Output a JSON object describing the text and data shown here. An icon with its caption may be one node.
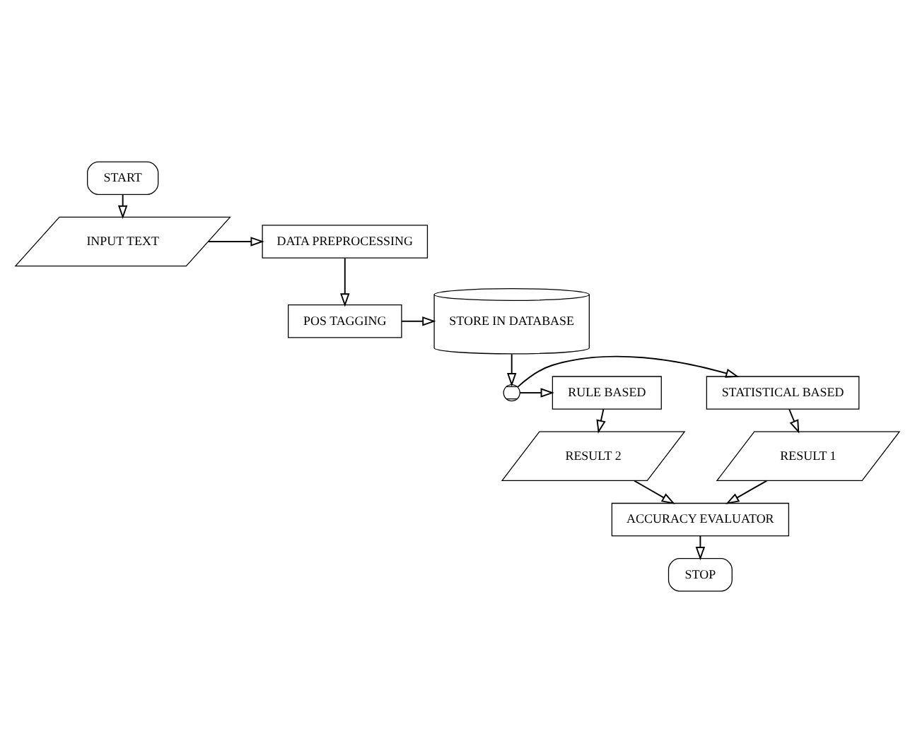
{
  "diagram": {
    "nodes": [
      {
        "text": [
          "START"
        ]
      },
      {
        "text": [
          "INPUT TEXT"
        ]
      },
      {
        "text": [
          "DATA PREPROCESSING"
        ]
      },
      {
        "text": [
          "POS TAGGING"
        ]
      },
      {
        "text": [
          "STORE IN DATABASE"
        ]
      },
      {
        "text": [],
        "shape": "circle"
      },
      {
        "text": [
          "STATISTICAL BASED"
        ]
      },
      {
        "text": [
          "RULE BASED"
        ]
      },
      {
        "text": [
          "RESULT 1"
        ]
      },
      {
        "text": [
          "RESULT 2"
        ]
      },
      {
        "text": [
          "ACCURACY EVALUATOR"
        ]
      },
      {
        "text": [
          "STOP"
        ]
      }
    ],
    "edges": [
      {
        "from": 0,
        "to": 1,
        "arrow": "to"
      },
      {
        "from": 1,
        "to": 2,
        "arrow": "to"
      },
      {
        "from": 2,
        "to": 3,
        "arrow": "to"
      },
      {
        "from": 3,
        "to": 4,
        "arrow": "to"
      },
      {
        "from": 4,
        "to": 5,
        "arrow": "to"
      },
      {
        "from": 5,
        "to": 6,
        "arrow": "to"
      },
      {
        "from": 5,
        "to": 7,
        "arrow": "to"
      },
      {
        "from": 6,
        "to": 8,
        "arrow": "to"
      },
      {
        "from": 7,
        "to": 9,
        "arrow": "to"
      },
      {
        "from": 8,
        "to": 10,
        "arrow": "to"
      },
      {
        "from": 9,
        "to": 10,
        "arrow": "to"
      },
      {
        "from": 10,
        "to": 11,
        "arrow": "to"
      }
    ]
  }
}
